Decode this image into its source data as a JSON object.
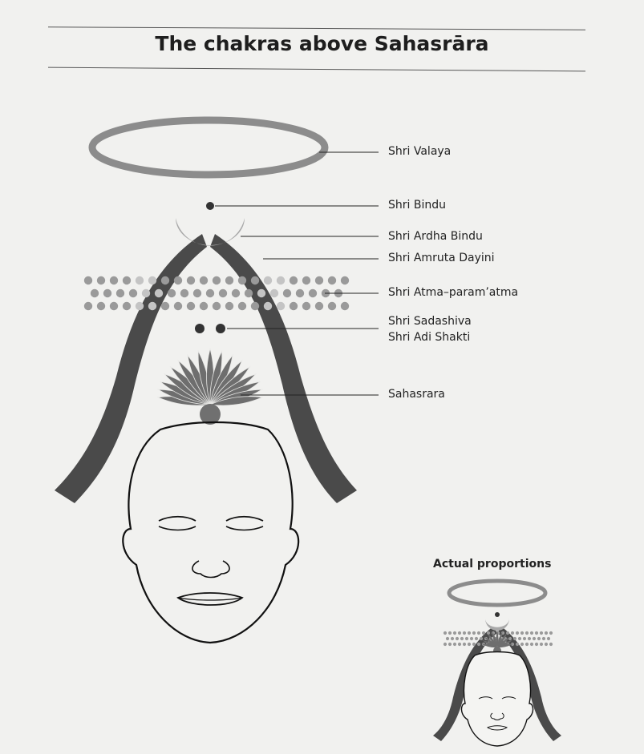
{
  "title": "The chakras above Sahasrāra",
  "labels": {
    "valaya": "Shri Valaya",
    "bindu": "Shri Bindu",
    "ardha_bindu": "Shri Ardha Bindu",
    "amruta_dayini": "Shri Amruta Dayini",
    "atma_param_atma": "Shri Atma–param’atma",
    "sadashiva": "Shri Sadashiva",
    "adi_shakti": "Shri Adi Shakti",
    "sahasrara": "Sahasrara"
  },
  "inset": {
    "title": "Actual proportions"
  },
  "colors": {
    "background": "#f1f1ef",
    "channel": "#4a4a4a",
    "valaya": "#8c8c8c",
    "dots": "#9a9a9a",
    "dots_light": "#c4c4c4",
    "lotus": "#6e6e6e",
    "crescent": "#aaaaaa",
    "outline": "#111111"
  }
}
